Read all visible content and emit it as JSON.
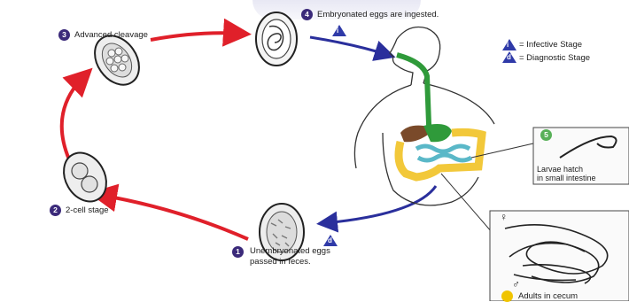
{
  "steps": {
    "s1": {
      "number": "1",
      "line1": "Unembryonated eggs",
      "line2": "passed in feces."
    },
    "s2": {
      "number": "2",
      "label": "2-cell stage"
    },
    "s3": {
      "number": "3",
      "label": "Advanced cleavage"
    },
    "s4": {
      "number": "4",
      "label": "Embryonated eggs are ingested."
    },
    "s5": {
      "number": "5",
      "line1": "Larvae hatch",
      "line2": "in small intestine"
    },
    "s6": {
      "label": "Adults in cecum"
    }
  },
  "legend": {
    "infective_symbol": "i",
    "infective_label": "= Infective Stage",
    "diagnostic_symbol": "d",
    "diagnostic_label": "= Diagnostic Stage"
  },
  "markers": {
    "infective": "i",
    "diagnostic": "d"
  },
  "sex_symbols": {
    "female": "♀",
    "male": "♂"
  },
  "colors": {
    "arrow_red": "#e0202a",
    "arrow_blue": "#2a2f9c",
    "step_badge": "#3b2a7a",
    "stage_marker": "#2f3aa8",
    "esophagus": "#2f9a3a",
    "colon": "#f2c83a",
    "small_intestine": "#5ab8c8",
    "stomach": "#7a4a2a"
  }
}
